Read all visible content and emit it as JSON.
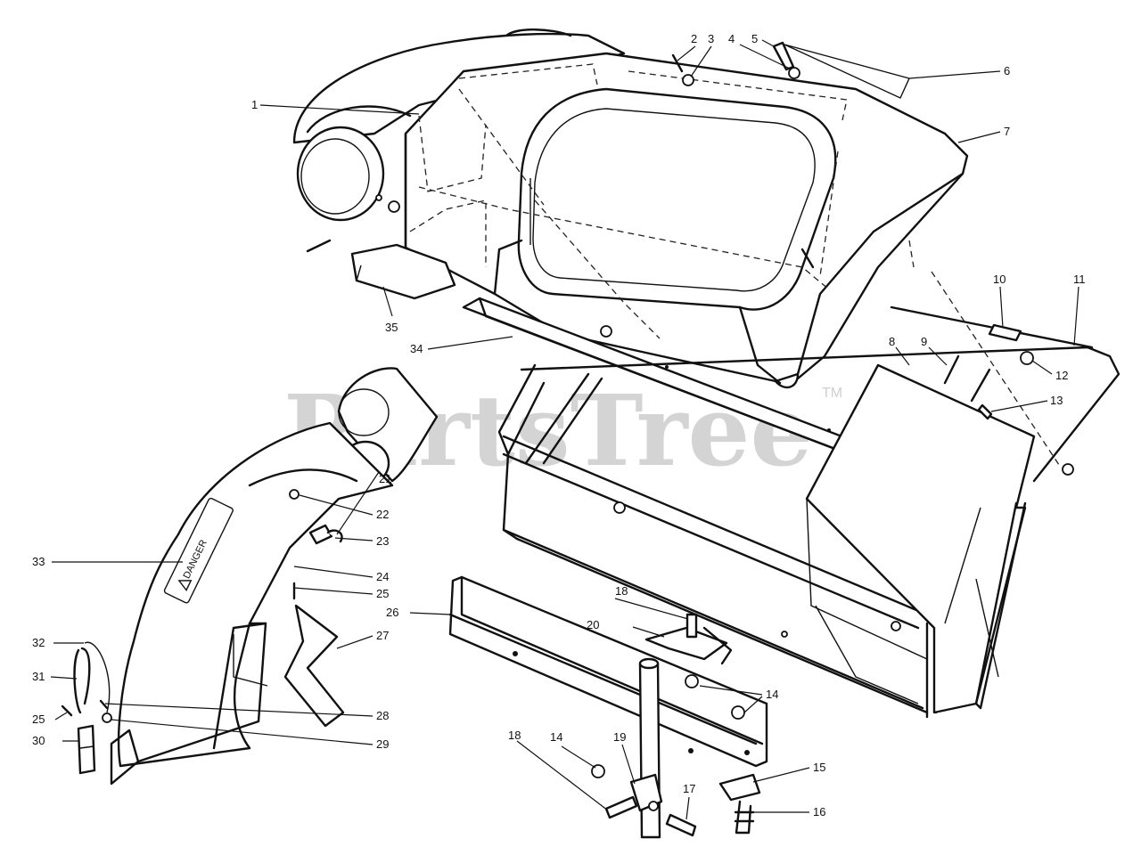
{
  "watermark": {
    "text": "PartsTree",
    "trademark": "TM"
  },
  "decal_text": "DANGER",
  "callouts": [
    {
      "id": "1",
      "label": "1"
    },
    {
      "id": "2",
      "label": "2"
    },
    {
      "id": "3",
      "label": "3"
    },
    {
      "id": "4",
      "label": "4"
    },
    {
      "id": "5",
      "label": "5"
    },
    {
      "id": "6",
      "label": "6"
    },
    {
      "id": "7",
      "label": "7"
    },
    {
      "id": "8",
      "label": "8"
    },
    {
      "id": "9",
      "label": "9"
    },
    {
      "id": "10",
      "label": "10"
    },
    {
      "id": "11",
      "label": "11"
    },
    {
      "id": "12",
      "label": "12"
    },
    {
      "id": "13",
      "label": "13"
    },
    {
      "id": "14a",
      "label": "14"
    },
    {
      "id": "14b",
      "label": "14"
    },
    {
      "id": "15",
      "label": "15"
    },
    {
      "id": "16",
      "label": "16"
    },
    {
      "id": "17",
      "label": "17"
    },
    {
      "id": "18a",
      "label": "18"
    },
    {
      "id": "18b",
      "label": "18"
    },
    {
      "id": "19",
      "label": "19"
    },
    {
      "id": "20",
      "label": "20"
    },
    {
      "id": "21",
      "label": "21"
    },
    {
      "id": "22",
      "label": "22"
    },
    {
      "id": "23",
      "label": "23"
    },
    {
      "id": "24",
      "label": "24"
    },
    {
      "id": "25a",
      "label": "25"
    },
    {
      "id": "25b",
      "label": "25"
    },
    {
      "id": "26",
      "label": "26"
    },
    {
      "id": "27",
      "label": "27"
    },
    {
      "id": "28",
      "label": "28"
    },
    {
      "id": "29",
      "label": "29"
    },
    {
      "id": "30",
      "label": "30"
    },
    {
      "id": "31",
      "label": "31"
    },
    {
      "id": "32",
      "label": "32"
    },
    {
      "id": "33",
      "label": "33"
    },
    {
      "id": "34",
      "label": "34"
    },
    {
      "id": "35",
      "label": "35"
    }
  ]
}
